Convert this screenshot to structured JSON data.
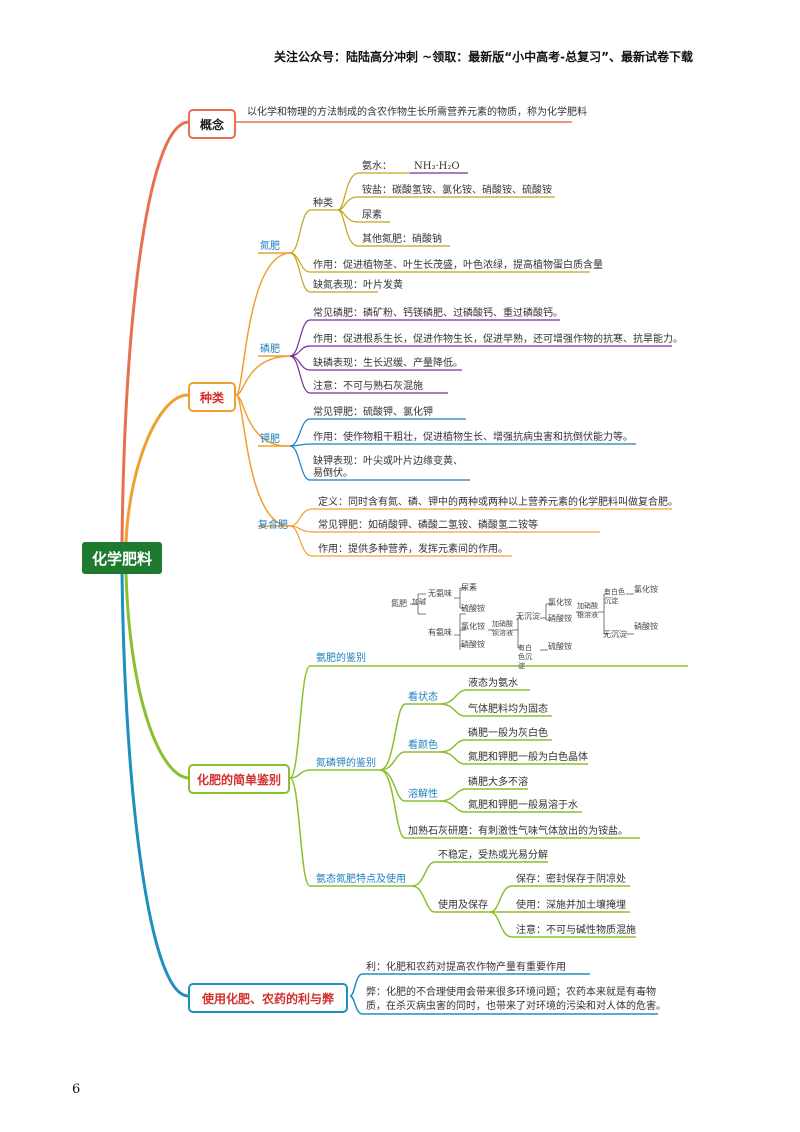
{
  "header": {
    "text": "关注公众号：陆陆高分冲刺 ~领取：最新版“小中高考-总复习”、最新试卷下载"
  },
  "page_number": "6",
  "root": {
    "label": "化学肥料"
  },
  "concept": {
    "label": "概念",
    "definition": "以化学和物理的方法制成的含农作物生长所需营养元素的物质，称为化学肥料"
  },
  "types": {
    "label": "种类",
    "nitrogen": {
      "label": "氮肥",
      "kinds_label": "种类",
      "kinds": [
        "氨水：",
        "铵盐：碳酸氢铵、氯化铵、硝酸铵、硫酸铵",
        "尿素",
        "其他氮肥：硝酸钠"
      ],
      "ammonia_formula": "NH₃·H₂O",
      "function": "作用：促进植物茎、叶生长茂盛，叶色浓绿，提高植物蛋白质含量",
      "deficiency": "缺氮表现：叶片发黄"
    },
    "phosphorus": {
      "label": "磷肥",
      "common": "常见磷肥：磷矿粉、钙镁磷肥、过磷酸钙、重过磷酸钙。",
      "function": "作用：促进根系生长，促进作物生长，促进早熟，还可增强作物的抗寒、抗旱能力。",
      "deficiency": "缺磷表现：生长迟缓、产量降低。",
      "note": "注意：不可与熟石灰混施"
    },
    "potassium": {
      "label": "钾肥",
      "common": "常见钾肥：硫酸钾、氯化钾",
      "function": "作用：使作物粗干粗壮，促进植物生长、增强抗病虫害和抗倒伏能力等。",
      "deficiency_line1": "缺钾表现：叶尖或叶片边缘变黄、",
      "deficiency_line2": "易倒伏。"
    },
    "compound": {
      "label": "复合肥",
      "definition": "定义：同时含有氮、磷、钾中的两种或两种以上营养元素的化学肥料叫做复合肥。",
      "common": "常见钾肥：如硝酸钾、磷酸二氢铵、磷酸氢二铵等",
      "function": "作用：提供多种营养，发挥元素间的作用。"
    }
  },
  "identification": {
    "label": "化肥的简单鉴别",
    "nitrogen_id": "氨肥的鉴别",
    "flow": {
      "start": "氮肥",
      "step1": "加碱",
      "no_smell": "无氨味",
      "urea": "尿素",
      "smell": "有氨味",
      "nitrate_list": [
        "硫酸铵",
        "氯化铵",
        "硝酸铵"
      ],
      "step2": "加硝酸钡溶液",
      "no_ppt": "无沉淀",
      "white_ppt": "有白色沉淀",
      "pair": [
        "氯化铵",
        "硝酸铵"
      ],
      "sulfate": "硫酸铵",
      "step3": "加硝酸银溶液",
      "white_ppt2": "有白色沉淀",
      "no_ppt2": "无沉淀",
      "chloride": "氯化铵",
      "nitrate": "硝酸铵"
    },
    "npk_id": "氮磷钾的鉴别",
    "state": {
      "label": "看状态",
      "items": [
        "液态为氨水",
        "气体肥料均为固态"
      ]
    },
    "color": {
      "label": "看颜色",
      "items": [
        "磷肥一般为灰白色",
        "氮肥和钾肥一般为白色晶体"
      ]
    },
    "solubility": {
      "label": "溶解性",
      "items": [
        "磷肥大多不溶",
        "氮肥和钾肥一般易溶于水"
      ]
    },
    "grind": "加熟石灰研磨：有刺激性气味气体放出的为铵盐。",
    "ammonium": {
      "label": "氨态氮肥特点及使用",
      "unstable": "不稳定，受热或光易分解",
      "usage_label": "使用及保存",
      "storage": "保存：密封保存于阴凉处",
      "use": "使用：深施并加土壤掩埋",
      "note": "注意：不可与碱性物质混施"
    }
  },
  "pros_cons": {
    "label": "使用化肥、农药的利与弊",
    "pro": "利：化肥和农药对提高农作物产量有重要作用",
    "con_line1": "弊：化肥的不合理使用会带来很多环境问题；农药本来就是有毒物",
    "con_line2": "质，在杀灭病虫害的同时，也带来了对环境的污染和对人体的危害。"
  },
  "colors": {
    "root": "#1e7a2e",
    "concept": "#e8704f",
    "types": "#f0a030",
    "identification": "#8bbf2f",
    "pros_cons": "#1f8fbf",
    "nitrogen_line": "#c4a21a",
    "phos_line": "#7a2ca0",
    "potass_line": "#1f7fbf"
  }
}
